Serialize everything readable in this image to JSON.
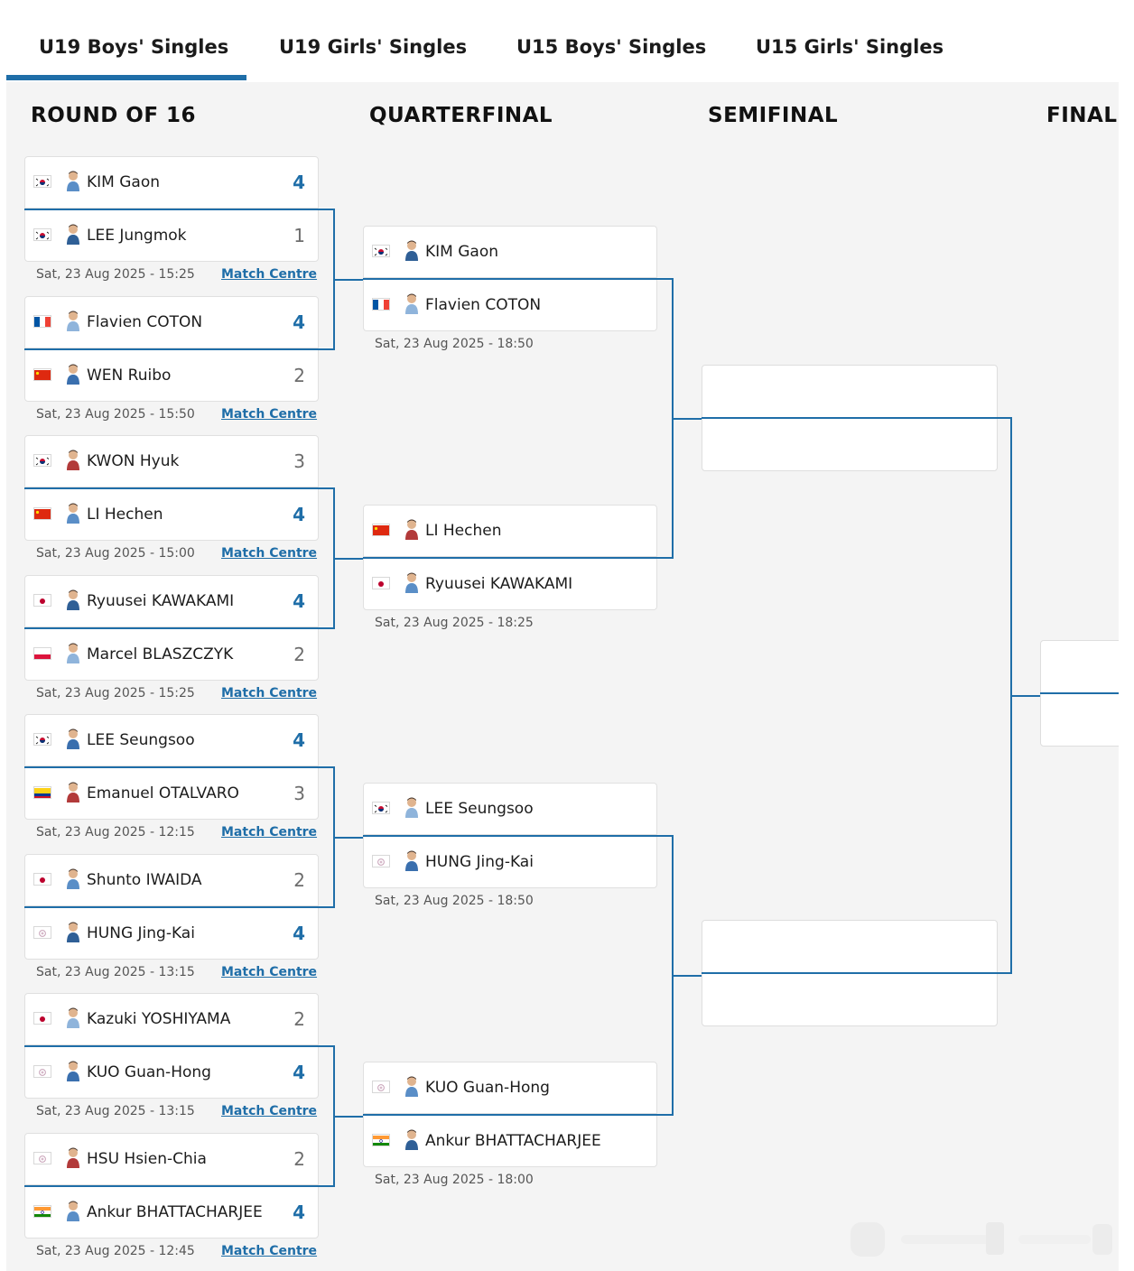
{
  "tabs": [
    {
      "label": "U19 Boys' Singles",
      "active": true
    },
    {
      "label": "U19 Girls' Singles",
      "active": false
    },
    {
      "label": "U15 Boys' Singles",
      "active": false
    },
    {
      "label": "U15 Girls' Singles",
      "active": false
    }
  ],
  "rounds": [
    "ROUND OF 16",
    "QUARTERFINAL",
    "SEMIFINAL",
    "FINAL"
  ],
  "match_centre_label": "Match Centre",
  "colors": {
    "accent": "#1f6ea8",
    "background": "#f4f4f4"
  },
  "round_of_16": [
    {
      "p1": {
        "flag": "kor",
        "name": "KIM Gaon",
        "score": "4",
        "win": true
      },
      "p2": {
        "flag": "kor",
        "name": "LEE Jungmok",
        "score": "1",
        "win": false
      },
      "time": "Sat, 23 Aug 2025 - 15:25"
    },
    {
      "p1": {
        "flag": "fra",
        "name": "Flavien COTON",
        "score": "4",
        "win": true
      },
      "p2": {
        "flag": "chn",
        "name": "WEN Ruibo",
        "score": "2",
        "win": false
      },
      "time": "Sat, 23 Aug 2025 - 15:50"
    },
    {
      "p1": {
        "flag": "kor",
        "name": "KWON Hyuk",
        "score": "3",
        "win": false
      },
      "p2": {
        "flag": "chn",
        "name": "LI Hechen",
        "score": "4",
        "win": true
      },
      "time": "Sat, 23 Aug 2025 - 15:00"
    },
    {
      "p1": {
        "flag": "jpn",
        "name": "Ryuusei KAWAKAMI",
        "score": "4",
        "win": true
      },
      "p2": {
        "flag": "pol",
        "name": "Marcel BLASZCZYK",
        "score": "2",
        "win": false
      },
      "time": "Sat, 23 Aug 2025 - 15:25"
    },
    {
      "p1": {
        "flag": "kor",
        "name": "LEE Seungsoo",
        "score": "4",
        "win": true
      },
      "p2": {
        "flag": "col",
        "name": "Emanuel OTALVARO",
        "score": "3",
        "win": false
      },
      "time": "Sat, 23 Aug 2025 - 12:15"
    },
    {
      "p1": {
        "flag": "jpn",
        "name": "Shunto IWAIDA",
        "score": "2",
        "win": false
      },
      "p2": {
        "flag": "tpe",
        "name": "HUNG Jing-Kai",
        "score": "4",
        "win": true
      },
      "time": "Sat, 23 Aug 2025 - 13:15"
    },
    {
      "p1": {
        "flag": "jpn",
        "name": "Kazuki YOSHIYAMA",
        "score": "2",
        "win": false
      },
      "p2": {
        "flag": "tpe",
        "name": "KUO Guan-Hong",
        "score": "4",
        "win": true
      },
      "time": "Sat, 23 Aug 2025 - 13:15"
    },
    {
      "p1": {
        "flag": "tpe",
        "name": "HSU Hsien-Chia",
        "score": "2",
        "win": false
      },
      "p2": {
        "flag": "ind",
        "name": "Ankur BHATTACHARJEE",
        "score": "4",
        "win": true
      },
      "time": "Sat, 23 Aug 2025 - 12:45"
    }
  ],
  "quarterfinal": [
    {
      "p1": {
        "flag": "kor",
        "name": "KIM Gaon"
      },
      "p2": {
        "flag": "fra",
        "name": "Flavien COTON"
      },
      "time": "Sat, 23 Aug 2025 - 18:50"
    },
    {
      "p1": {
        "flag": "chn",
        "name": "LI Hechen"
      },
      "p2": {
        "flag": "jpn",
        "name": "Ryuusei KAWAKAMI"
      },
      "time": "Sat, 23 Aug 2025 - 18:25"
    },
    {
      "p1": {
        "flag": "kor",
        "name": "LEE Seungsoo"
      },
      "p2": {
        "flag": "tpe",
        "name": "HUNG Jing-Kai"
      },
      "time": "Sat, 23 Aug 2025 - 18:50"
    },
    {
      "p1": {
        "flag": "tpe",
        "name": "KUO Guan-Hong"
      },
      "p2": {
        "flag": "ind",
        "name": "Ankur BHATTACHARJEE"
      },
      "time": "Sat, 23 Aug 2025 - 18:00"
    }
  ]
}
